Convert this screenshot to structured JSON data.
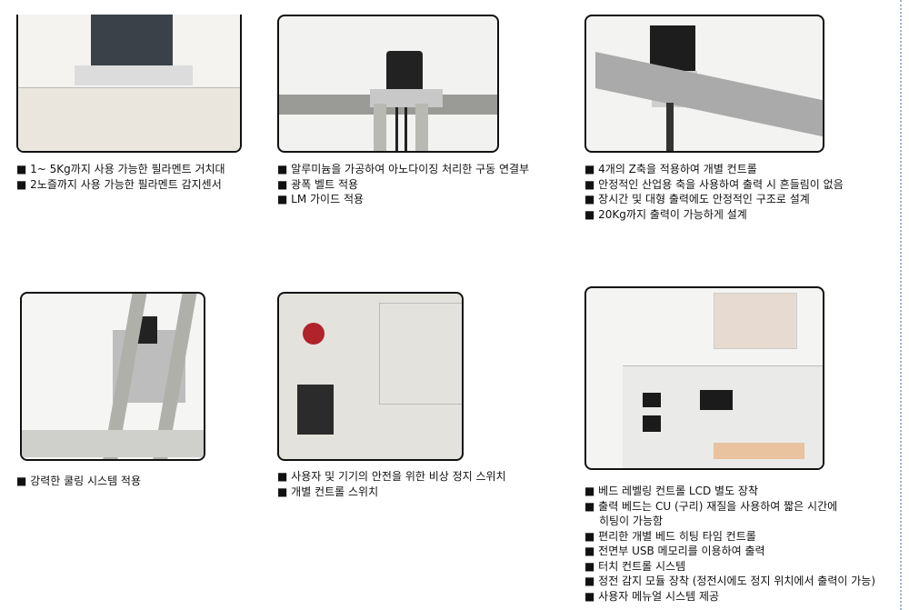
{
  "features": [
    {
      "items": [
        "1~ 5Kg까지 사용 가능한 필라멘트 거치대",
        "2노즐까지 사용 가능한 필라멘트 감지센서"
      ]
    },
    {
      "items": [
        "알루미늄을 가공하여 아노다이징 처리한 구동 연결부",
        "광폭 벨트 적용",
        "LM 가이드 적용"
      ]
    },
    {
      "items": [
        "4개의 Z축을 적용하여 개별 컨트롤",
        "안정적인 산업용 축을 사용하여 출력 시 흔들림이 없음",
        "장시간 및 대형 출력에도 안정적인 구조로 설계",
        "20Kg까지 출력이 가능하게 설계"
      ]
    },
    {
      "items": [
        "강력한 쿨링 시스템 적용"
      ]
    },
    {
      "items": [
        "사용자 및 기기의 안전을 위한 비상 정지 스위치",
        "개별 컨트롤 스위치"
      ]
    },
    {
      "items": [
        "베드 레벨링 컨트롤 LCD 별도 장착",
        "출력 베드는 CU (구리) 재질을 사용하여 짧은 시간에",
        "히팅이 가능함",
        "편리한 개별 베드 히팅 타임 컨트롤",
        "전면부 USB 메모리를 이용하여 출력",
        "터치 컨트롤 시스템",
        "정전 감지 모듈 장착 (정전시에도 정지 위치에서 출력이 가능)",
        "사용자 메뉴얼 시스템 제공"
      ]
    }
  ]
}
